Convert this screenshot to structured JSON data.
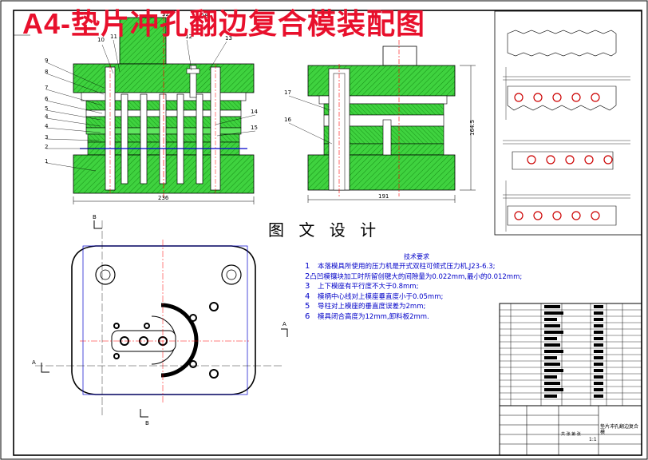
{
  "title": "A4-垫片冲孔翻边复合模装配图",
  "watermark": "图 文 设 计",
  "dimensions": {
    "front_width": "236",
    "side_width": "191",
    "side_height": "164.5",
    "top_small": "32",
    "top_right": "18"
  },
  "part_numbers_left": [
    "9",
    "8",
    "7",
    "6",
    "5",
    "4",
    "4",
    "3",
    "2",
    "1"
  ],
  "part_numbers_top": [
    "10",
    "11",
    "12",
    "13"
  ],
  "part_numbers_right": [
    "14",
    "15"
  ],
  "part_numbers_side": [
    "17",
    "16"
  ],
  "section_marks": {
    "top": "B",
    "bottom": "B",
    "left": "A",
    "right": "A"
  },
  "notes": {
    "heading": "技术要求",
    "items": [
      {
        "num": "1",
        "text": "本落模具所使用的压力机是开式双柱可倾式压力机,J23-6.3;"
      },
      {
        "num": "2",
        "text": "凸凹模镶块加工时所留创毽大的间隙量为0.022mm,最小的0.012mm;"
      },
      {
        "num": "3",
        "text": "上下模座有平行度不大于0.8mm;"
      },
      {
        "num": "4",
        "text": "模柄中心线对上模座垂直度小于0.05mm;"
      },
      {
        "num": "5",
        "text": "导柱对上模座的垂直度误差为2mm;"
      },
      {
        "num": "6",
        "text": "模具闭合高度为12mm,卸料板2mm."
      }
    ]
  },
  "title_block": {
    "drawing_name": "垫片冲孔翻边复合模",
    "sheet_info": "共 张 第 张",
    "scale": "1:1"
  },
  "colors": {
    "accent": "#e8102c",
    "part": "#33cc33",
    "line": "#0000cc",
    "center": "#ff0000",
    "ink": "#000000"
  }
}
